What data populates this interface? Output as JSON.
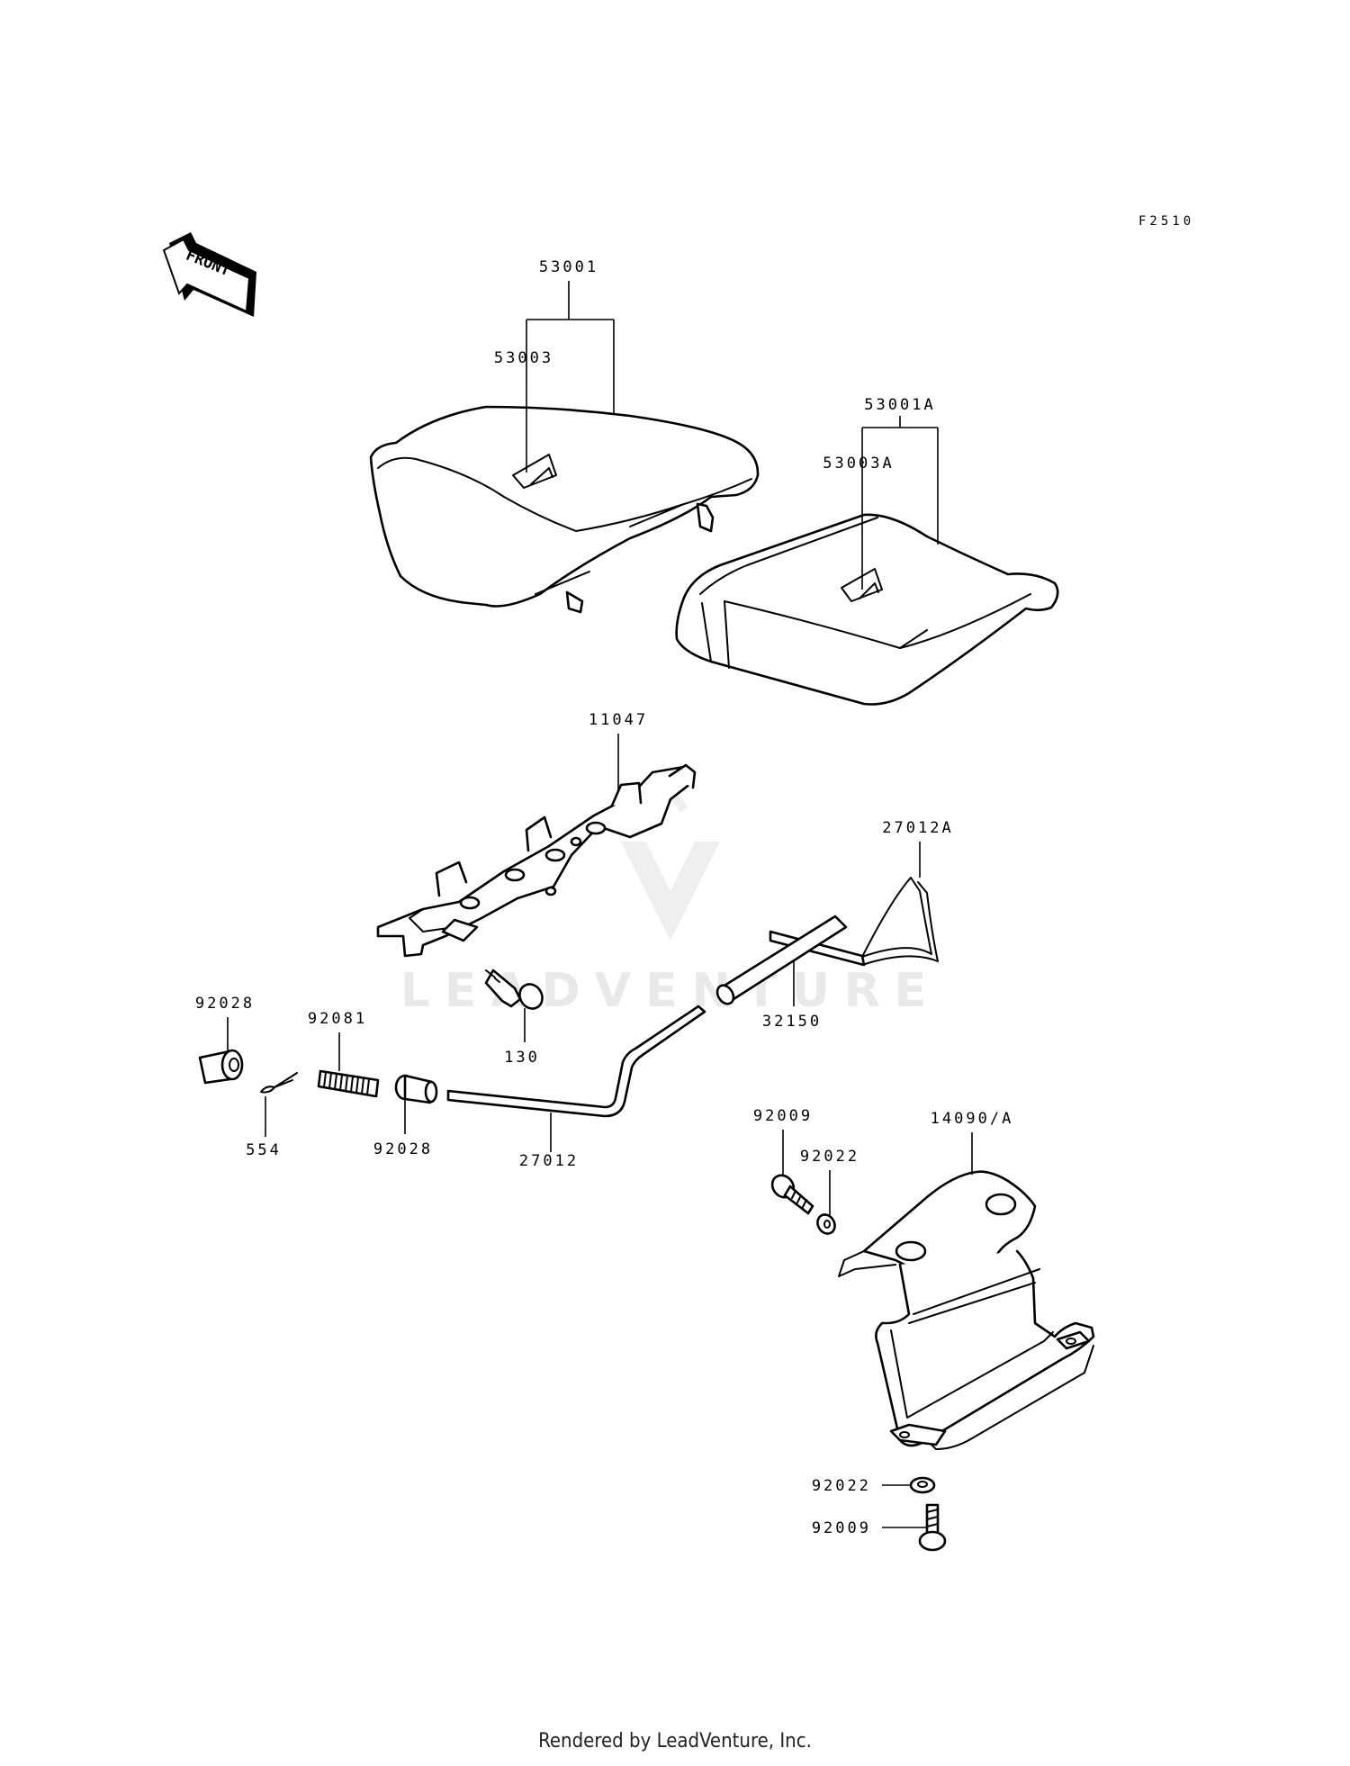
{
  "figure_code": "F2510",
  "front_arrow": {
    "text": "FRONT",
    "icon": "front-direction-arrow-icon"
  },
  "watermark": "LEADVENTURE",
  "footer": "Rendered by LeadVenture, Inc.",
  "labels": {
    "rider_seat": "53001",
    "rider_seat_cover": "53003",
    "passenger_seat": "53001A",
    "passenger_seat_cover": "53003A",
    "seat_bracket": "11047",
    "lock_rod_a": "27012A",
    "tube": "32150",
    "bolt_130": "130",
    "cap": "92028",
    "spring": "92081",
    "cotter_pin": "554",
    "collar": "92028",
    "lock_rod": "27012",
    "grab_bolt_upper": "92009",
    "grab_washer_upper": "92022",
    "grab_rail": "14090/A",
    "grab_washer_lower": "92022",
    "grab_bolt_lower": "92009"
  }
}
